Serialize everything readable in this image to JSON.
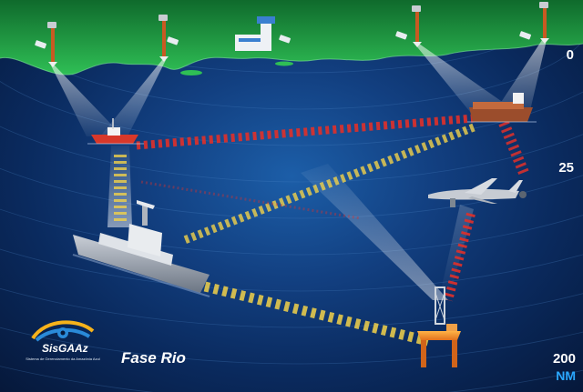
{
  "phase_label": "Fase Rio",
  "logo": {
    "name": "SisGAAz",
    "subtitle": "Sistema de Gerenciamento da Amazônia Azul"
  },
  "range_scale": {
    "labels": [
      "0",
      "25",
      "200"
    ],
    "unit": "NM"
  },
  "colors": {
    "sea_dark": "#06183a",
    "sea_light": "#1c5ea8",
    "land": "#22a84a",
    "beam_red": "#e0302a",
    "beam_yellow": "#f2d24a",
    "radar_highlight": "#ffffff"
  },
  "icons": [
    "coastal-radar-tower-icon",
    "surveillance-camera-icon",
    "control-tower-icon",
    "fishing-boat-icon",
    "cargo-ship-icon",
    "frigate-icon",
    "drone-icon",
    "oil-platform-icon"
  ]
}
